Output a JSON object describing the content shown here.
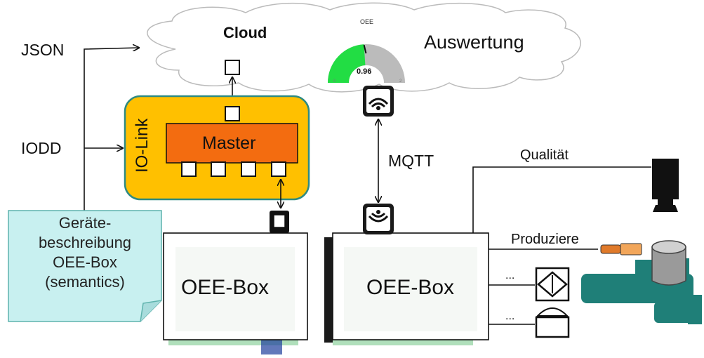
{
  "cloud": {
    "title": "Cloud",
    "evaluation_label": "Auswertung",
    "gauge": {
      "title": "OEE",
      "value_label": "0.96",
      "value": 0.96,
      "min_label": "0",
      "max_label": "2",
      "fill_color": "#22dd44",
      "track_color": "#bbbbbb"
    }
  },
  "inputs": {
    "json_label": "JSON",
    "iodd_label": "IODD"
  },
  "iolink": {
    "label": "IO-Link",
    "master_label": "Master",
    "panel_color": "#ffc000",
    "master_color": "#f36c10"
  },
  "mqtt_label": "MQTT",
  "note_lines": [
    "Geräte-",
    "beschreibung",
    "OEE-Box",
    "(semantics)"
  ],
  "note_color": "#c8f0f0",
  "boxes": {
    "left_label": "OEE-Box",
    "right_label": "OEE-Box"
  },
  "signals": {
    "quality_label": "Qualität",
    "produce_label": "Produziere",
    "ellipsis_1": "...",
    "ellipsis_2": "..."
  },
  "machine_color": "#1f7f78"
}
